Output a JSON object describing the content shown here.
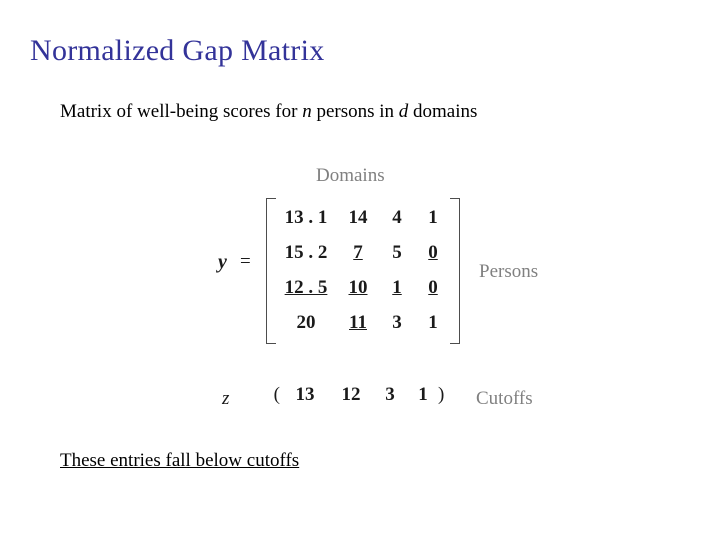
{
  "slide": {
    "title": "Normalized Gap Matrix",
    "subtitle_parts": [
      {
        "text": "Matrix of well-being scores for ",
        "italic": false
      },
      {
        "text": "n",
        "italic": true
      },
      {
        "text": " persons in ",
        "italic": false
      },
      {
        "text": "d",
        "italic": true
      },
      {
        "text": " domains",
        "italic": false
      }
    ],
    "subtitle_plain": "Matrix of well-being scores for n persons in d domains",
    "labels": {
      "domains": "Domains",
      "persons": "Persons",
      "cutoffs": "Cutoffs",
      "footnote": "These entries fall below cutoffs"
    },
    "symbols": {
      "y": "y",
      "equals": "=",
      "z": "z",
      "paren_open": "(",
      "paren_close": ")"
    },
    "matrix": {
      "rows": [
        [
          {
            "value": "13 . 1",
            "below_cutoff": false
          },
          {
            "value": "14",
            "below_cutoff": false
          },
          {
            "value": "4",
            "below_cutoff": false
          },
          {
            "value": "1",
            "below_cutoff": false
          }
        ],
        [
          {
            "value": "15 . 2",
            "below_cutoff": false
          },
          {
            "value": "7",
            "below_cutoff": true
          },
          {
            "value": "5",
            "below_cutoff": false
          },
          {
            "value": "0",
            "below_cutoff": true
          }
        ],
        [
          {
            "value": "12 . 5",
            "below_cutoff": true
          },
          {
            "value": "10",
            "below_cutoff": true
          },
          {
            "value": "1",
            "below_cutoff": true
          },
          {
            "value": "0",
            "below_cutoff": true
          }
        ],
        [
          {
            "value": "20",
            "below_cutoff": false
          },
          {
            "value": "11",
            "below_cutoff": true
          },
          {
            "value": "3",
            "below_cutoff": false
          },
          {
            "value": "1",
            "below_cutoff": false
          }
        ]
      ]
    },
    "cutoffs_vector": [
      "13",
      "12",
      "3",
      "1"
    ],
    "colors": {
      "title": "#333399",
      "body": "#000000",
      "label_gray": "#808080",
      "matrix_text": "#1a1a1a",
      "background": "#ffffff"
    }
  }
}
